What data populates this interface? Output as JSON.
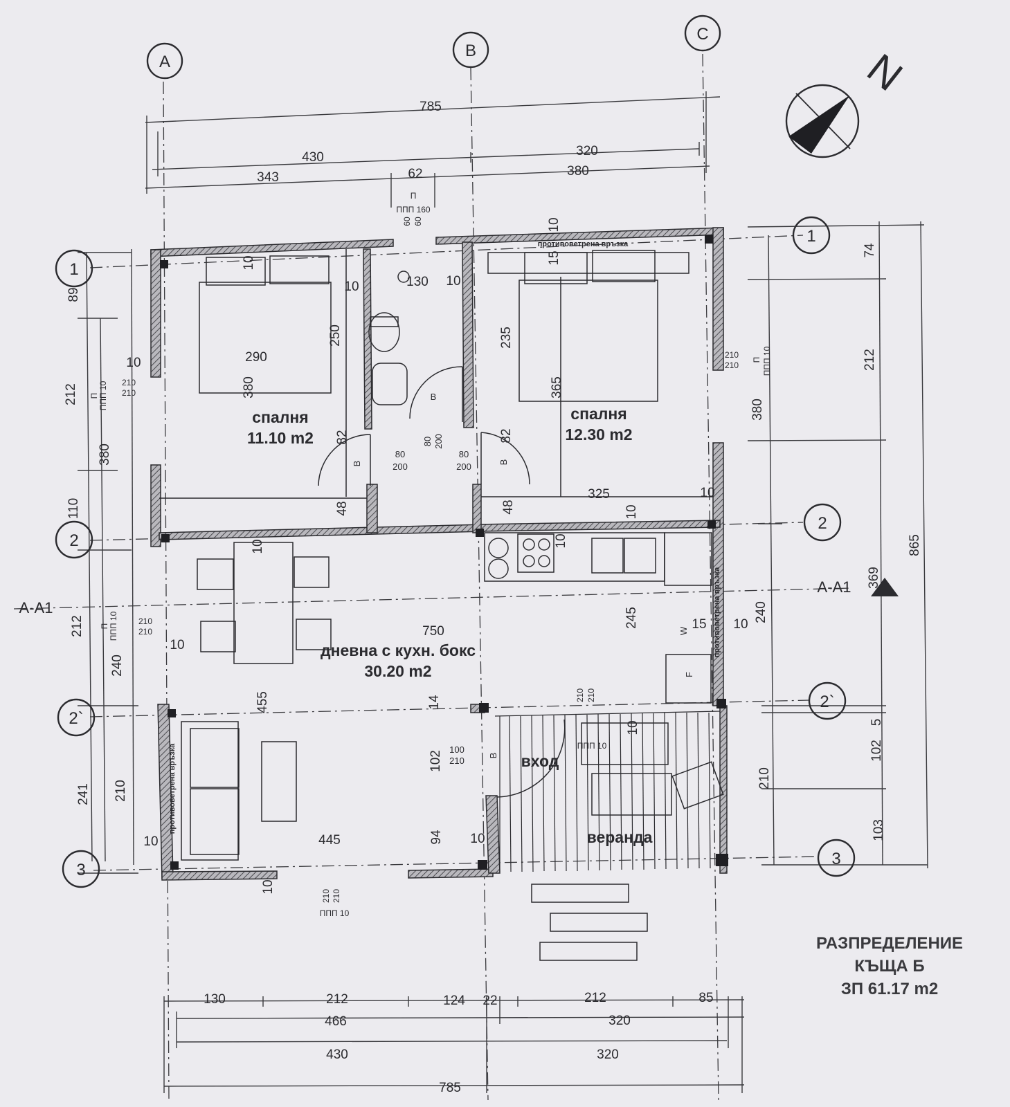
{
  "axes": {
    "letters": [
      "A",
      "B",
      "C"
    ],
    "numbers_left": [
      "1",
      "2",
      "2`",
      "3"
    ],
    "numbers_right": [
      "1",
      "2",
      "2`",
      "3"
    ],
    "section": "А-А1"
  },
  "north_label": "N",
  "rooms": [
    {
      "name": "спалня",
      "area": "11.10 m2"
    },
    {
      "name": "спалня",
      "area": "12.30 m2"
    },
    {
      "name": "дневна с кухн. бокс",
      "area": "30.20 m2"
    },
    {
      "name": "вход",
      "area": ""
    },
    {
      "name": "веранда",
      "area": ""
    }
  ],
  "title": {
    "line1": "РАЗПРЕДЕЛЕНИЕ",
    "line2": "КЪЩА Б",
    "line3": "ЗП 61.17 m2"
  },
  "tie_beam": "противоветрена връзка",
  "dimensions": {
    "top_overall": "785",
    "top_row1": [
      "430",
      "320"
    ],
    "top_row2": [
      "343",
      "62",
      "380"
    ],
    "bottom_row1": [
      "130",
      "212",
      "124",
      "22",
      "212",
      "85"
    ],
    "bottom_row2": [
      "466",
      "320"
    ],
    "bottom_row3": [
      "430",
      "320"
    ],
    "bottom_overall": "785",
    "left_row1": [
      "89",
      "212",
      "110",
      "212",
      "241"
    ],
    "left_row2": [
      "380",
      "240",
      "210"
    ],
    "right_row1": [
      "74",
      "212",
      "369",
      "5",
      "102",
      "103"
    ],
    "right_row2": [
      "380",
      "240",
      "210"
    ],
    "right_overall": "865"
  },
  "window_tags": {
    "left_bed": [
      "П",
      "ППП 10",
      "210",
      "210"
    ],
    "left_living": [
      "П",
      "ППП 10",
      "210",
      "210"
    ],
    "right_bed": [
      "ППП 10",
      "П",
      "210",
      "210"
    ],
    "bottom": [
      "210",
      "210",
      "ППП 10"
    ],
    "top": [
      "П",
      "ППП 160",
      "60",
      "60"
    ],
    "veranda": [
      "210",
      "210",
      "ППП 10"
    ]
  },
  "internal_dims": {
    "bed1_w": "290",
    "bed1_h": "380",
    "bed1_d": "250",
    "bed1_wall": "10",
    "bath_w": "130",
    "bath_l": "10",
    "bath_r": "10",
    "bath_top": "10",
    "bed2_w": "325",
    "bed2_h": "365",
    "bed2_d": "235",
    "bed2_top": "15",
    "bed2_top10": "10",
    "d82a": "82",
    "d82b": "82",
    "d48a": "48",
    "d48b": "48",
    "door1": [
      "80",
      "200"
    ],
    "door2": [
      "80",
      "200"
    ],
    "door3": [
      "80",
      "200"
    ],
    "door_v": "В",
    "living_w": "750",
    "living_h": "455",
    "kitchen_h": "245",
    "ten_a": "10",
    "ten_b": "10",
    "ten_c": "10",
    "ten_d": "10",
    "ten_e": "10",
    "ten_f": "10",
    "ten_g": "10",
    "w15": "15",
    "w10": "10",
    "small_w": "W",
    "small_f": "F",
    "sofa_w": "445",
    "d14": "14",
    "d102": "102",
    "entry_door": [
      "100",
      "210"
    ],
    "d94": "94",
    "d10r": "10"
  }
}
